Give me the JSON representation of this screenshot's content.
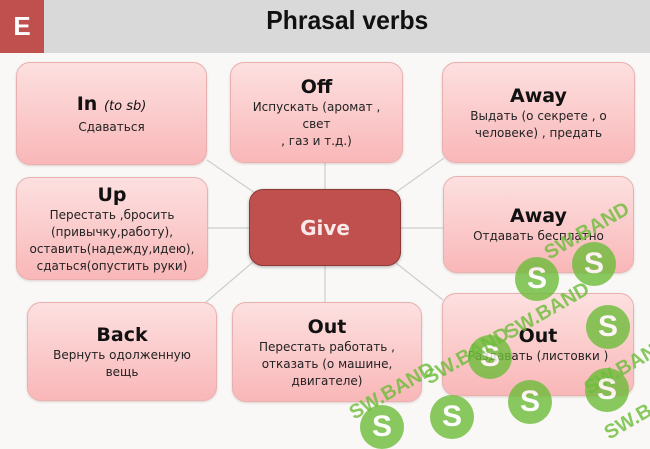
{
  "header": {
    "logo_letter": "E",
    "title": "Phrasal verbs",
    "accent_color": "#c0504d"
  },
  "center": {
    "label": "Give"
  },
  "nodes": [
    {
      "id": "in",
      "particle": "In",
      "note": "(to sb)",
      "desc_lines": [
        "Сдаваться"
      ]
    },
    {
      "id": "off",
      "particle": "Off",
      "desc_lines": [
        "Испускать (аромат , свет",
        ", газ и т.д.)"
      ]
    },
    {
      "id": "away1",
      "particle": "Away",
      "desc_lines": [
        "Выдать (о секрете , о",
        "человеке) , предать"
      ]
    },
    {
      "id": "up",
      "particle": "Up",
      "desc_lines": [
        "Перестать ,бросить",
        "(привычку,работу),",
        "оставить(надежду,идею),",
        "сдаться(опустить руки)"
      ]
    },
    {
      "id": "away2",
      "particle": "Away",
      "desc_lines": [
        "Отдавать бесплатно"
      ]
    },
    {
      "id": "back",
      "particle": "Back",
      "desc_lines": [
        "Вернуть одолженную",
        "вещь"
      ]
    },
    {
      "id": "out1",
      "particle": "Out",
      "desc_lines": [
        "Перестать работать ,",
        "отказать (о машине,",
        "двигателе)"
      ]
    },
    {
      "id": "out2",
      "particle": "Out",
      "desc_lines": [
        "Раздавать (листовки )"
      ]
    }
  ],
  "watermark": {
    "text": "SW.BAND",
    "letter": "S"
  }
}
